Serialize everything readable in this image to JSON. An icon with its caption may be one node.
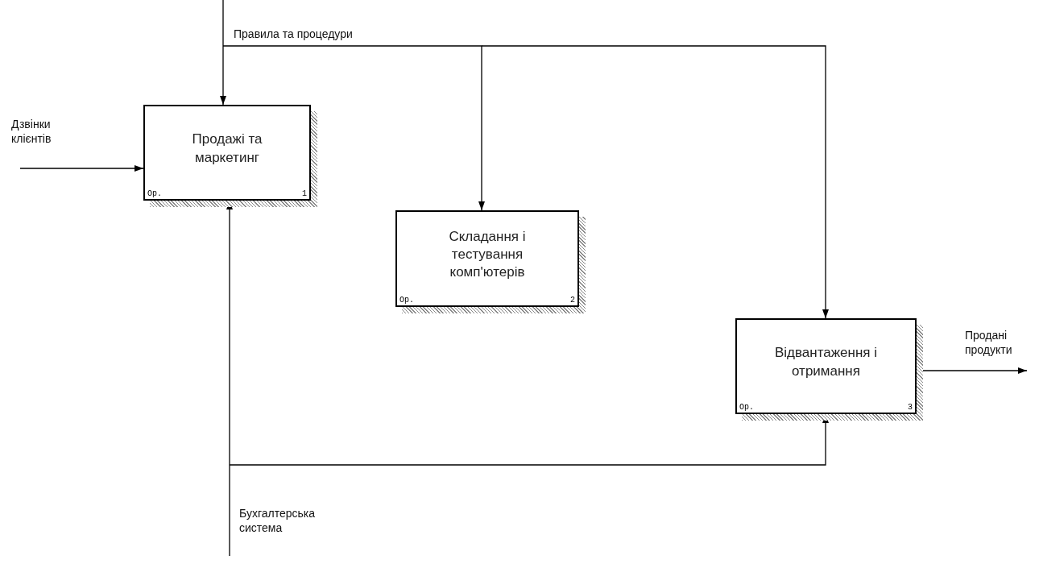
{
  "diagram": {
    "nodes": [
      {
        "text": [
          "Продажі та маркетинг",
          "Ор.",
          "1"
        ]
      },
      {
        "text": [
          "Складання і тестування комп'ютерів",
          "Ор.",
          "2"
        ]
      },
      {
        "text": [
          "Відвантаження і отримання",
          "Ор.",
          "3"
        ]
      }
    ],
    "edges": [
      {
        "from": null,
        "to": 0,
        "arrow": "to",
        "label": "Правила та процедури"
      },
      {
        "from": null,
        "to": 1,
        "arrow": "to"
      },
      {
        "from": null,
        "to": 2,
        "arrow": "to"
      },
      {
        "from": null,
        "to": 0,
        "arrow": "to",
        "label": "Дзвінки клієнтів"
      },
      {
        "from": null,
        "to": 0,
        "arrow": "to",
        "label": "Бухгалтерська система"
      },
      {
        "from": null,
        "to": 2,
        "arrow": "to"
      },
      {
        "from": 2,
        "to": null,
        "arrow": "to",
        "label": "Продані продукти"
      }
    ]
  }
}
